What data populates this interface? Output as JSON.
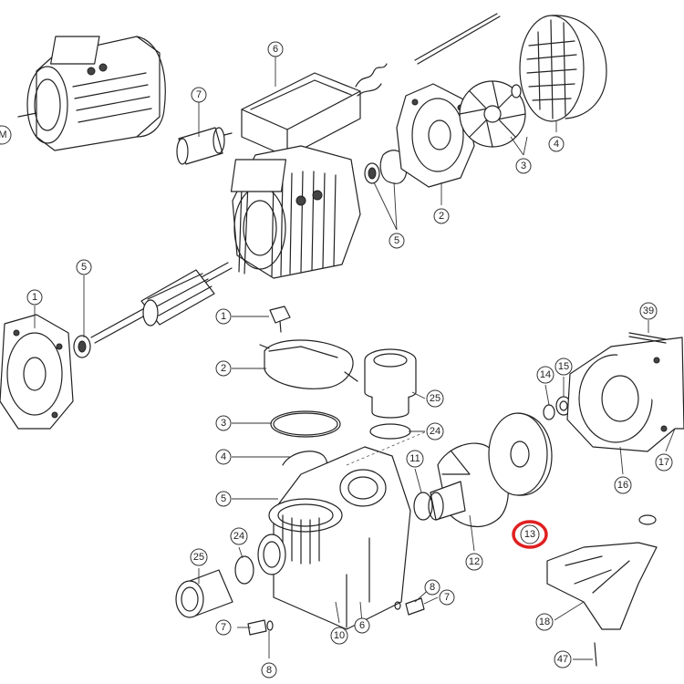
{
  "diagram": {
    "highlight_color": "#e02020",
    "callouts": [
      {
        "id": "c6",
        "text": "6"
      },
      {
        "id": "c7a",
        "text": "7"
      },
      {
        "id": "c4top",
        "text": "4"
      },
      {
        "id": "c3top",
        "text": "3"
      },
      {
        "id": "c2top",
        "text": "2"
      },
      {
        "id": "c5top",
        "text": "5"
      },
      {
        "id": "cMleft",
        "text": "M"
      },
      {
        "id": "c1left",
        "text": "1"
      },
      {
        "id": "c5left",
        "text": "5"
      },
      {
        "id": "c1",
        "text": "1"
      },
      {
        "id": "c2",
        "text": "2"
      },
      {
        "id": "c3",
        "text": "3"
      },
      {
        "id": "c4",
        "text": "4"
      },
      {
        "id": "c5",
        "text": "5"
      },
      {
        "id": "c25top",
        "text": "25"
      },
      {
        "id": "c24top",
        "text": "24"
      },
      {
        "id": "c11",
        "text": "11"
      },
      {
        "id": "c12",
        "text": "12"
      },
      {
        "id": "c13",
        "text": "13"
      },
      {
        "id": "c14",
        "text": "14"
      },
      {
        "id": "c15",
        "text": "15"
      },
      {
        "id": "c16",
        "text": "16"
      },
      {
        "id": "c17",
        "text": "17"
      },
      {
        "id": "c39",
        "text": "39"
      },
      {
        "id": "c24",
        "text": "24"
      },
      {
        "id": "c25",
        "text": "25"
      },
      {
        "id": "c10",
        "text": "10"
      },
      {
        "id": "c6b",
        "text": "6"
      },
      {
        "id": "c8a",
        "text": "8"
      },
      {
        "id": "c7b",
        "text": "7"
      },
      {
        "id": "c7c",
        "text": "7"
      },
      {
        "id": "c8b",
        "text": "8"
      },
      {
        "id": "c18",
        "text": "18"
      },
      {
        "id": "c47",
        "text": "47"
      }
    ]
  }
}
